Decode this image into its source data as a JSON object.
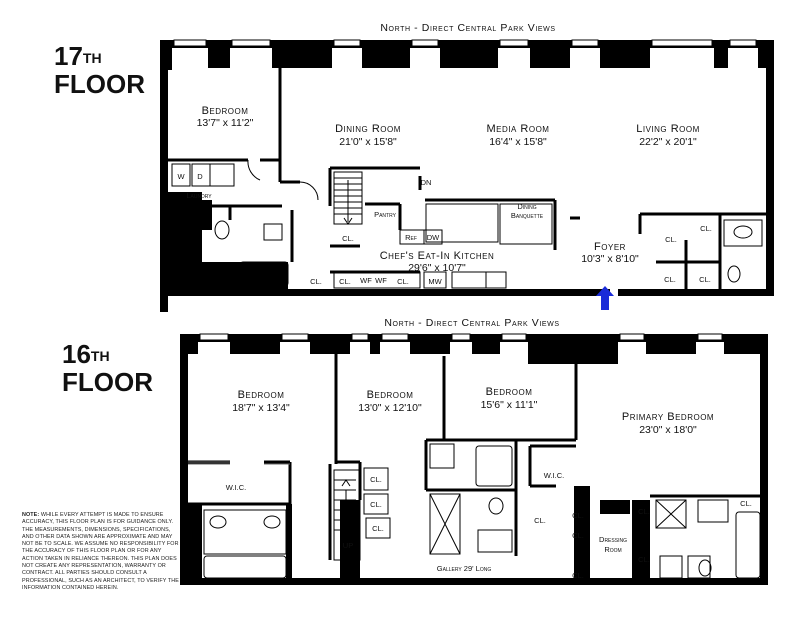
{
  "floor17": {
    "ordinal": "17",
    "suffix": "TH",
    "word": "FLOOR",
    "header": "North - Direct Central Park Views",
    "rooms": {
      "bedroom": {
        "name": "Bedroom",
        "dims": "13'7\" x 11'2\""
      },
      "dining": {
        "name": "Dining Room",
        "dims": "21'0\" x 15'8\""
      },
      "media": {
        "name": "Media Room",
        "dims": "16'4\" x 15'8\""
      },
      "living": {
        "name": "Living Room",
        "dims": "22'2\" x 20'1\""
      },
      "kitchen": {
        "name": "Chef's Eat-In Kitchen",
        "dims": "29'6\" x 10'7\""
      },
      "foyer": {
        "name": "Foyer",
        "dims": "10'3\" x 8'10\""
      }
    },
    "labels": {
      "w": "W",
      "d": "D",
      "laundry": "Laundry",
      "dn": "DN",
      "pantry": "Pantry",
      "dining_banquette_1": "Dining",
      "dining_banquette_2": "Banquette",
      "ref": "Ref",
      "dw": "DW",
      "wf1": "WF",
      "wf2": "WF",
      "mw": "MW",
      "cl": "CL."
    }
  },
  "floor16": {
    "ordinal": "16",
    "suffix": "TH",
    "word": "FLOOR",
    "header": "North - Direct Central Park Views",
    "rooms": {
      "bedroom1": {
        "name": "Bedroom",
        "dims": "18'7\" x 13'4\""
      },
      "bedroom2": {
        "name": "Bedroom",
        "dims": "13'0\" x 12'10\""
      },
      "bedroom3": {
        "name": "Bedroom",
        "dims": "15'6\" x 11'1\""
      },
      "primary": {
        "name": "Primary Bedroom",
        "dims": "23'0\" x 18'0\""
      }
    },
    "labels": {
      "wic": "W.I.C.",
      "up": "UP",
      "gallery": "Gallery 29' Long",
      "dressing_1": "Dressing",
      "dressing_2": "Room",
      "cl": "CL."
    }
  },
  "note": {
    "lead": "NOTE:",
    "text": " While every attempt is made to ensure accuracy, this floor plan is for guidance only. The measurements, dimensions, specifications, and other data shown are approximate and may not be to scale. We assume no responsibility for the accuracy of this floor plan or for any action taken in reliance thereon. This plan does not create any representation, warranty or contract. All parties should consult a professional, such as an architect, to verify the information contained herein."
  },
  "colors": {
    "wall": "#000000",
    "entry_arrow": "#1a2bd8",
    "fixture": "#555555"
  }
}
